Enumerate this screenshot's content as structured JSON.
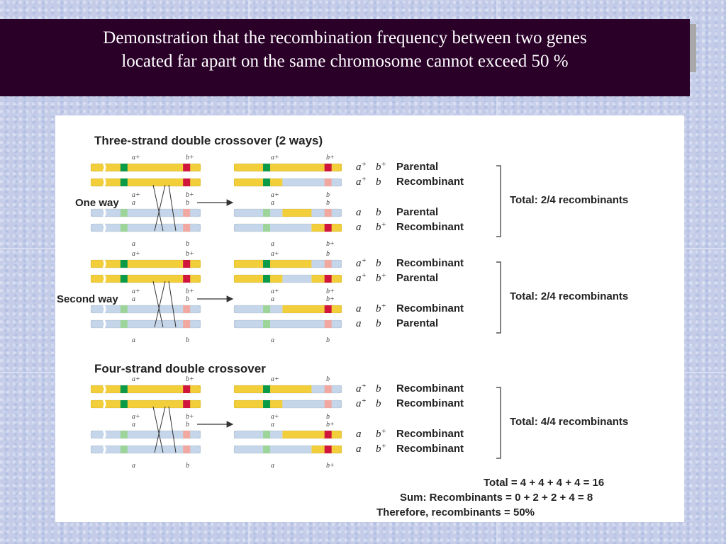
{
  "slide_title": {
    "line1": "Demonstration that the recombination frequency between two genes",
    "line2": "located far apart on the same chromosome cannot exceed 50 %"
  },
  "colors": {
    "title_bg": "#2a0029",
    "chromatid_yellow": "#f2cf3a",
    "chromatid_blue": "#c5d6ea",
    "marker_a_plus": "#0a9a48",
    "marker_a": "#9cd49a",
    "marker_b_plus": "#d0163c",
    "marker_b": "#f0a8a0"
  },
  "gene_symbols": {
    "a_plus": "a+",
    "a": "a",
    "b_plus": "b+",
    "b": "b"
  },
  "sections": [
    {
      "heading": "Three-strand double crossover (2 ways)",
      "panels": [
        {
          "way_label": "One way",
          "result_strands": [
            {
              "genes": "a+ b+",
              "type": "Parental"
            },
            {
              "genes": "a+ b",
              "type": "Recombinant"
            },
            {
              "genes": "a b",
              "type": "Parental"
            },
            {
              "genes": "a b+",
              "type": "Recombinant"
            }
          ],
          "total": "Total: 2/4 recombinants"
        },
        {
          "way_label": "Second way",
          "result_strands": [
            {
              "genes": "a+ b",
              "type": "Recombinant"
            },
            {
              "genes": "a+ b+",
              "type": "Parental"
            },
            {
              "genes": "a b+",
              "type": "Recombinant"
            },
            {
              "genes": "a b",
              "type": "Parental"
            }
          ],
          "total": "Total: 2/4 recombinants"
        }
      ]
    },
    {
      "heading": "Four-strand double crossover",
      "panels": [
        {
          "way_label": "",
          "result_strands": [
            {
              "genes": "a+ b",
              "type": "Recombinant"
            },
            {
              "genes": "a+ b",
              "type": "Recombinant"
            },
            {
              "genes": "a b+",
              "type": "Recombinant"
            },
            {
              "genes": "a b+",
              "type": "Recombinant"
            }
          ],
          "total": "Total: 4/4 recombinants"
        }
      ]
    }
  ],
  "summary": {
    "total": "Total = 4 + 4 + 4 + 4 = 16",
    "sum": "Sum: Recombinants = 0 + 2 + 2 + 4 = 8",
    "therefore": "Therefore, recombinants = 50%"
  }
}
